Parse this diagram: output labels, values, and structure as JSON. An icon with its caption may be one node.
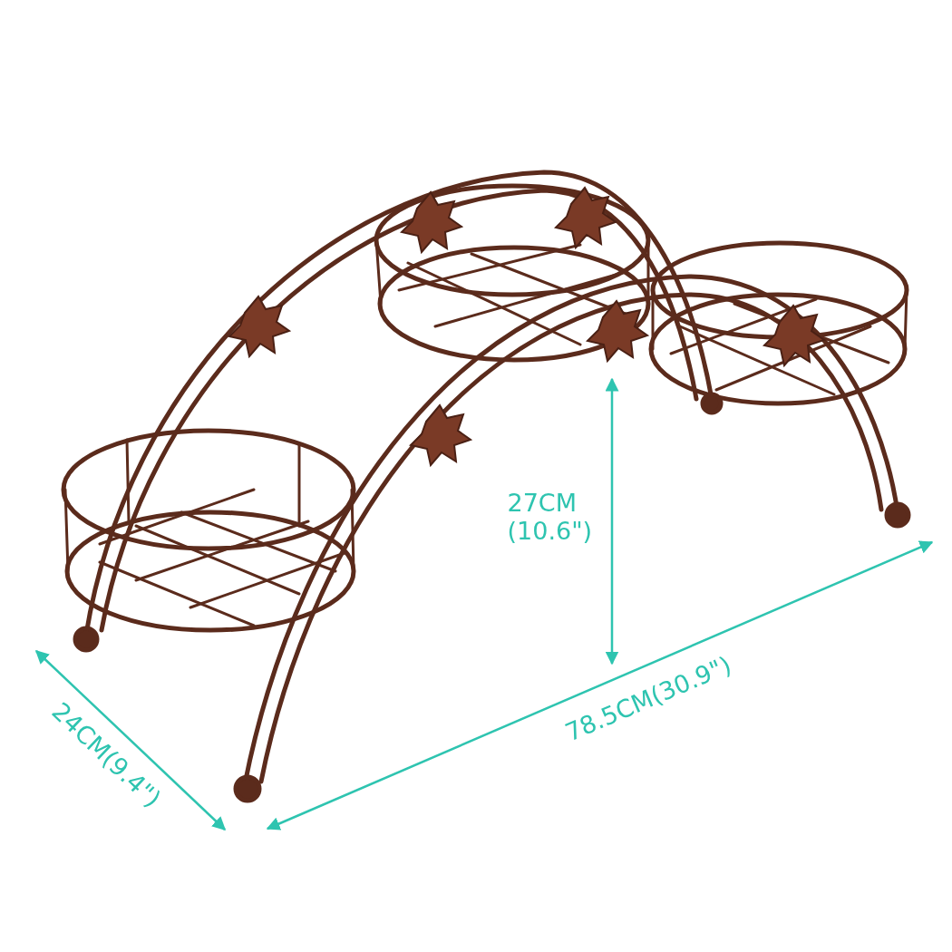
{
  "diagram": {
    "labels": [
      "27CM (10.6\")",
      "78.5CM(30.9\")",
      "24CM(9.4\")"
    ]
  }
}
